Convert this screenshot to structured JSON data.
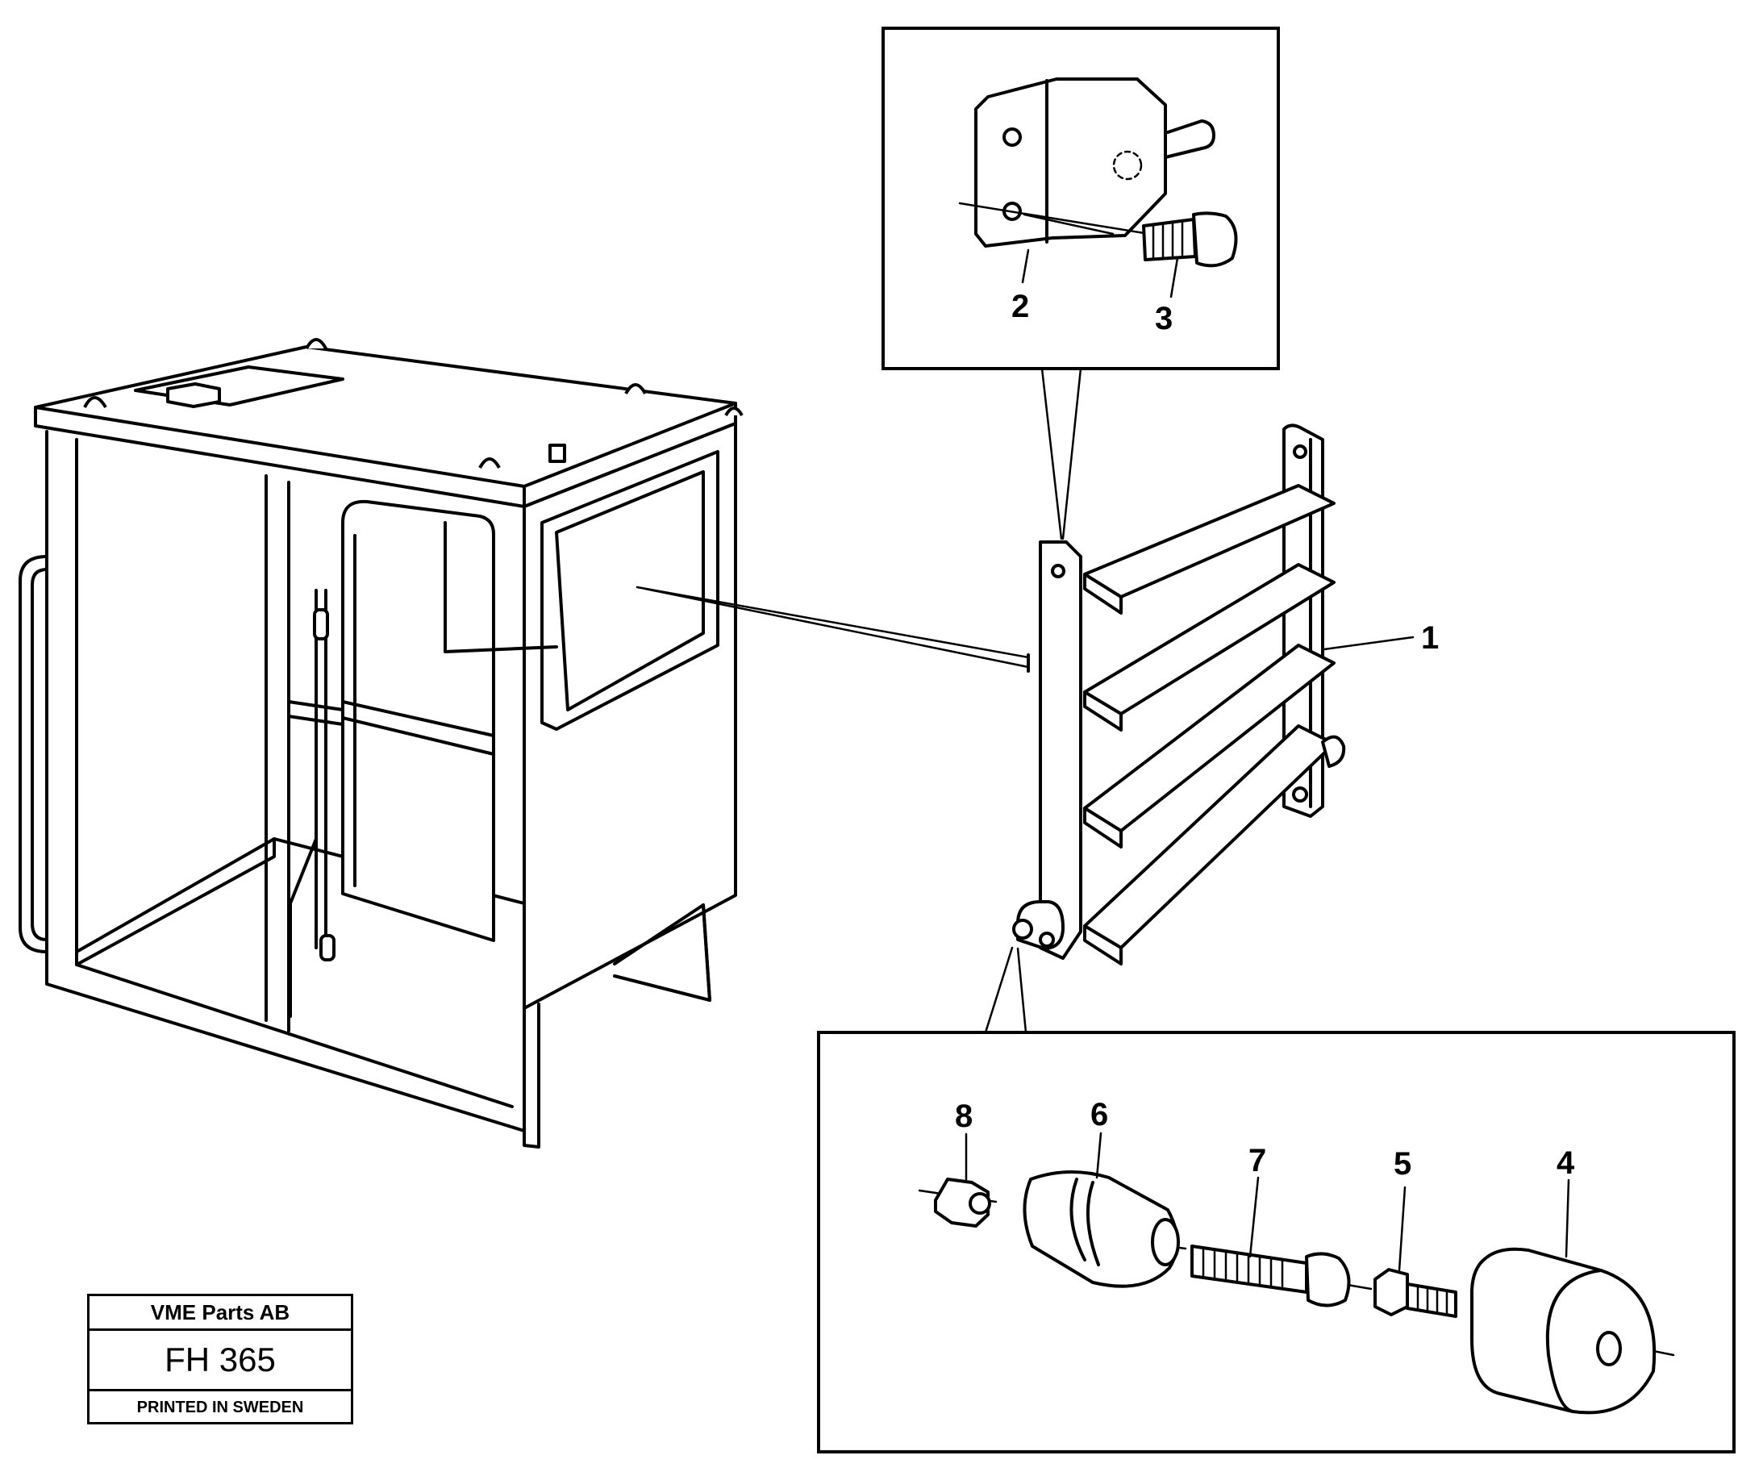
{
  "callouts": [
    {
      "id": "1",
      "text": "1"
    },
    {
      "id": "2",
      "text": "2"
    },
    {
      "id": "3",
      "text": "3"
    },
    {
      "id": "4",
      "text": "4"
    },
    {
      "id": "5",
      "text": "5"
    },
    {
      "id": "6",
      "text": "6"
    },
    {
      "id": "7",
      "text": "7"
    },
    {
      "id": "8",
      "text": "8"
    }
  ],
  "title_block": {
    "company": "VME Parts AB",
    "code": "FH 365",
    "printed": "PRINTED IN SWEDEN"
  }
}
